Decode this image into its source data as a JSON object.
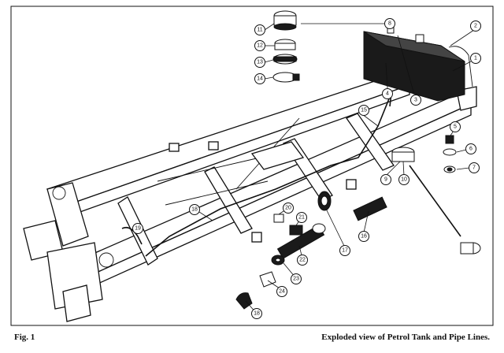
{
  "figure": {
    "label": "Fig. 1",
    "caption": "Exploded view of Petrol Tank and Pipe Lines."
  },
  "callouts": [
    "1",
    "2",
    "3",
    "4",
    "5",
    "6",
    "7",
    "8",
    "9",
    "10",
    "11",
    "12",
    "13",
    "14",
    "15",
    "16",
    "17",
    "18",
    "19",
    "20",
    "21",
    "22",
    "23",
    "24"
  ]
}
